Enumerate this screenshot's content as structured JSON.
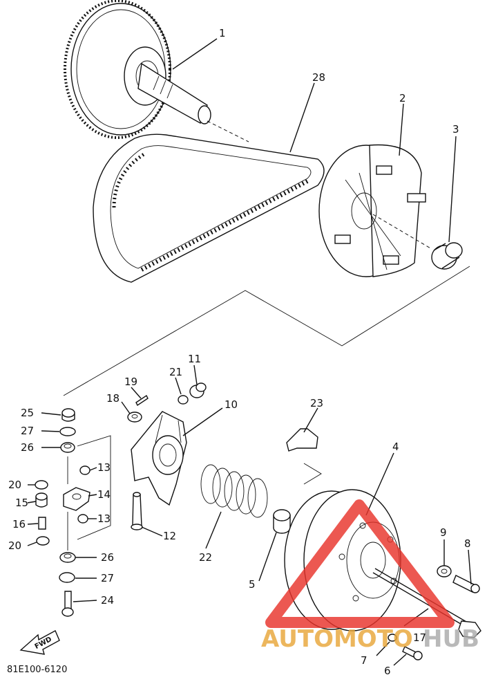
{
  "callouts": [
    "1",
    "28",
    "2",
    "3",
    "19",
    "21",
    "11",
    "18",
    "10",
    "23",
    "25",
    "27",
    "26",
    "13",
    "20",
    "15",
    "14",
    "16",
    "13",
    "20",
    "12",
    "22",
    "5",
    "4",
    "9",
    "8",
    "26",
    "27",
    "24",
    "17",
    "7",
    "6"
  ],
  "watermark": {
    "text_a": "AUTOMOTO",
    "text_b": "HUB",
    "color": "#e8332b"
  },
  "direction_marker": "FWD",
  "diagram_code": "81E100-6120"
}
